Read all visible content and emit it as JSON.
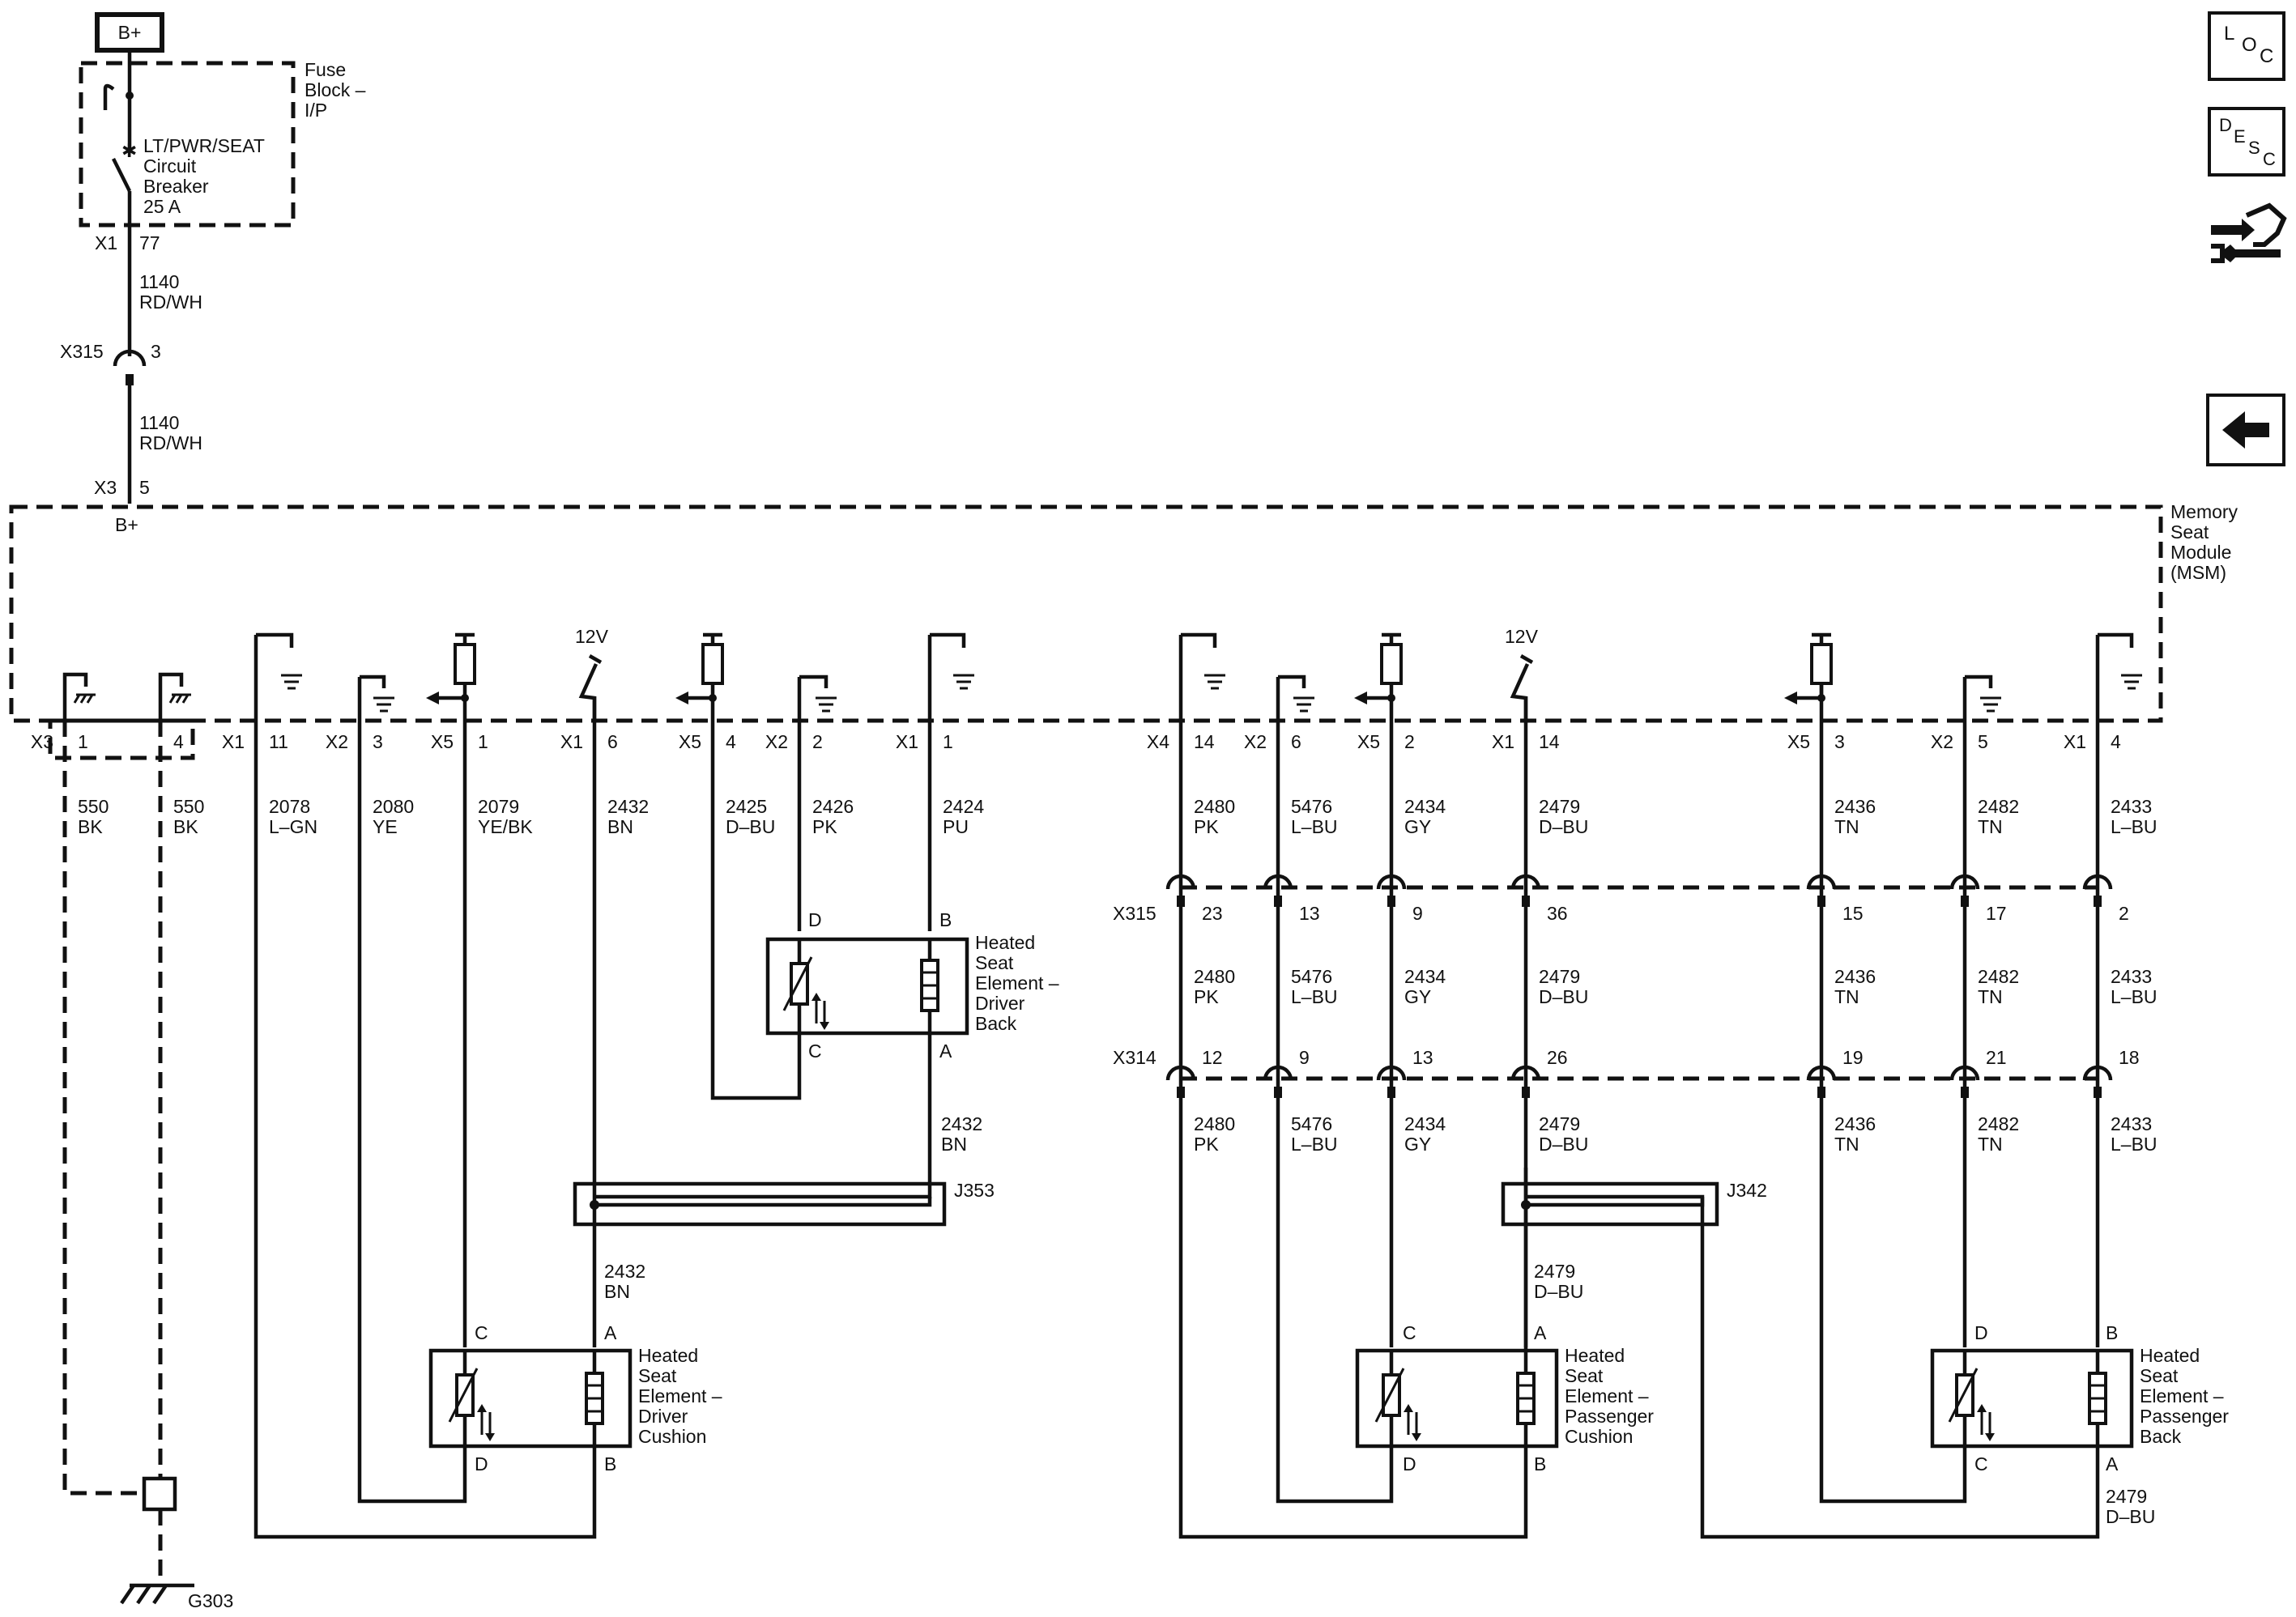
{
  "power": {
    "bplus_box": "B+"
  },
  "fuse_block": {
    "title_lines": [
      "Fuse",
      "Block –",
      "I/P"
    ],
    "breaker_lines": [
      "LT/PWR/SEAT",
      "Circuit",
      "Breaker",
      "25 A"
    ],
    "conn": "X1",
    "pin": "77"
  },
  "feed": {
    "wire_upper": [
      "1140",
      "RD/WH"
    ],
    "inline_conn": "X315",
    "inline_pin": "3",
    "wire_lower": [
      "1140",
      "RD/WH"
    ],
    "msm_conn": "X3",
    "msm_pin": "5",
    "msm_input": "B+"
  },
  "module": {
    "title_lines": [
      "Memory",
      "Seat",
      "Module",
      "(MSM)"
    ]
  },
  "pins": [
    {
      "conn": "X3",
      "pin": "1",
      "wire": [
        "550",
        "BK"
      ]
    },
    {
      "conn": "",
      "pin": "4",
      "wire": [
        "550",
        "BK"
      ]
    },
    {
      "conn": "X1",
      "pin": "11",
      "wire": [
        "2078",
        "L–GN"
      ]
    },
    {
      "conn": "X2",
      "pin": "3",
      "wire": [
        "2080",
        "YE"
      ]
    },
    {
      "conn": "X5",
      "pin": "1",
      "wire": [
        "2079",
        "YE/BK"
      ]
    },
    {
      "conn": "X1",
      "pin": "6",
      "wire": [
        "2432",
        "BN"
      ]
    },
    {
      "conn": "X5",
      "pin": "4",
      "wire": [
        "2425",
        "D–BU"
      ]
    },
    {
      "conn": "X2",
      "pin": "2",
      "wire": [
        "2426",
        "PK"
      ]
    },
    {
      "conn": "X1",
      "pin": "1",
      "wire": [
        "2424",
        "PU"
      ]
    },
    {
      "conn": "X4",
      "pin": "14",
      "wire": [
        "2480",
        "PK"
      ]
    },
    {
      "conn": "X2",
      "pin": "6",
      "wire": [
        "5476",
        "L–BU"
      ]
    },
    {
      "conn": "X5",
      "pin": "2",
      "wire": [
        "2434",
        "GY"
      ]
    },
    {
      "conn": "X1",
      "pin": "14",
      "wire": [
        "2479",
        "D–BU"
      ]
    },
    {
      "conn": "X5",
      "pin": "3",
      "wire": [
        "2436",
        "TN"
      ]
    },
    {
      "conn": "X2",
      "pin": "5",
      "wire": [
        "2482",
        "TN"
      ]
    },
    {
      "conn": "X1",
      "pin": "4",
      "wire": [
        "2433",
        "L–BU"
      ]
    }
  ],
  "supply_labels": [
    "12V",
    "12V"
  ],
  "inline_x315": {
    "conn": "X315",
    "pins": [
      "23",
      "13",
      "9",
      "36",
      "15",
      "17",
      "2"
    ],
    "wires": [
      [
        "2480",
        "PK"
      ],
      [
        "5476",
        "L–BU"
      ],
      [
        "2434",
        "GY"
      ],
      [
        "2479",
        "D–BU"
      ],
      [
        "2436",
        "TN"
      ],
      [
        "2482",
        "TN"
      ],
      [
        "2433",
        "L–BU"
      ]
    ]
  },
  "inline_x314": {
    "conn": "X314",
    "pins": [
      "12",
      "9",
      "13",
      "26",
      "19",
      "21",
      "18"
    ],
    "wires": [
      [
        "2480",
        "PK"
      ],
      [
        "5476",
        "L–BU"
      ],
      [
        "2434",
        "GY"
      ],
      [
        "2479",
        "D–BU"
      ],
      [
        "2436",
        "TN"
      ],
      [
        "2482",
        "TN"
      ],
      [
        "2433",
        "L–BU"
      ]
    ]
  },
  "splices": {
    "j353": {
      "label": "J353",
      "wire_above": [
        "2432",
        "BN"
      ],
      "wire_below": [
        "2432",
        "BN"
      ]
    },
    "j342": {
      "label": "J342",
      "wire_below": [
        "2479",
        "D–BU"
      ]
    }
  },
  "elements": {
    "driver_back": {
      "title_lines": [
        "Heated",
        "Seat",
        "Element –",
        "Driver",
        "Back"
      ],
      "pins": [
        "D",
        "B",
        "C",
        "A"
      ]
    },
    "driver_cushion": {
      "title_lines": [
        "Heated",
        "Seat",
        "Element –",
        "Driver",
        "Cushion"
      ],
      "pins": [
        "C",
        "A",
        "D",
        "B"
      ]
    },
    "pass_cushion": {
      "title_lines": [
        "Heated",
        "Seat",
        "Element –",
        "Passenger",
        "Cushion"
      ],
      "pins": [
        "C",
        "A",
        "D",
        "B"
      ]
    },
    "pass_back": {
      "title_lines": [
        "Heated",
        "Seat",
        "Element –",
        "Passenger",
        "Back"
      ],
      "pins": [
        "D",
        "B",
        "C",
        "A"
      ],
      "wire_below": [
        "2479",
        "D–BU"
      ]
    }
  },
  "ground": {
    "label": "G303"
  },
  "nav": {
    "loc": [
      "L",
      "O",
      "C"
    ],
    "desc": [
      "D",
      "E",
      "S",
      "C"
    ]
  }
}
